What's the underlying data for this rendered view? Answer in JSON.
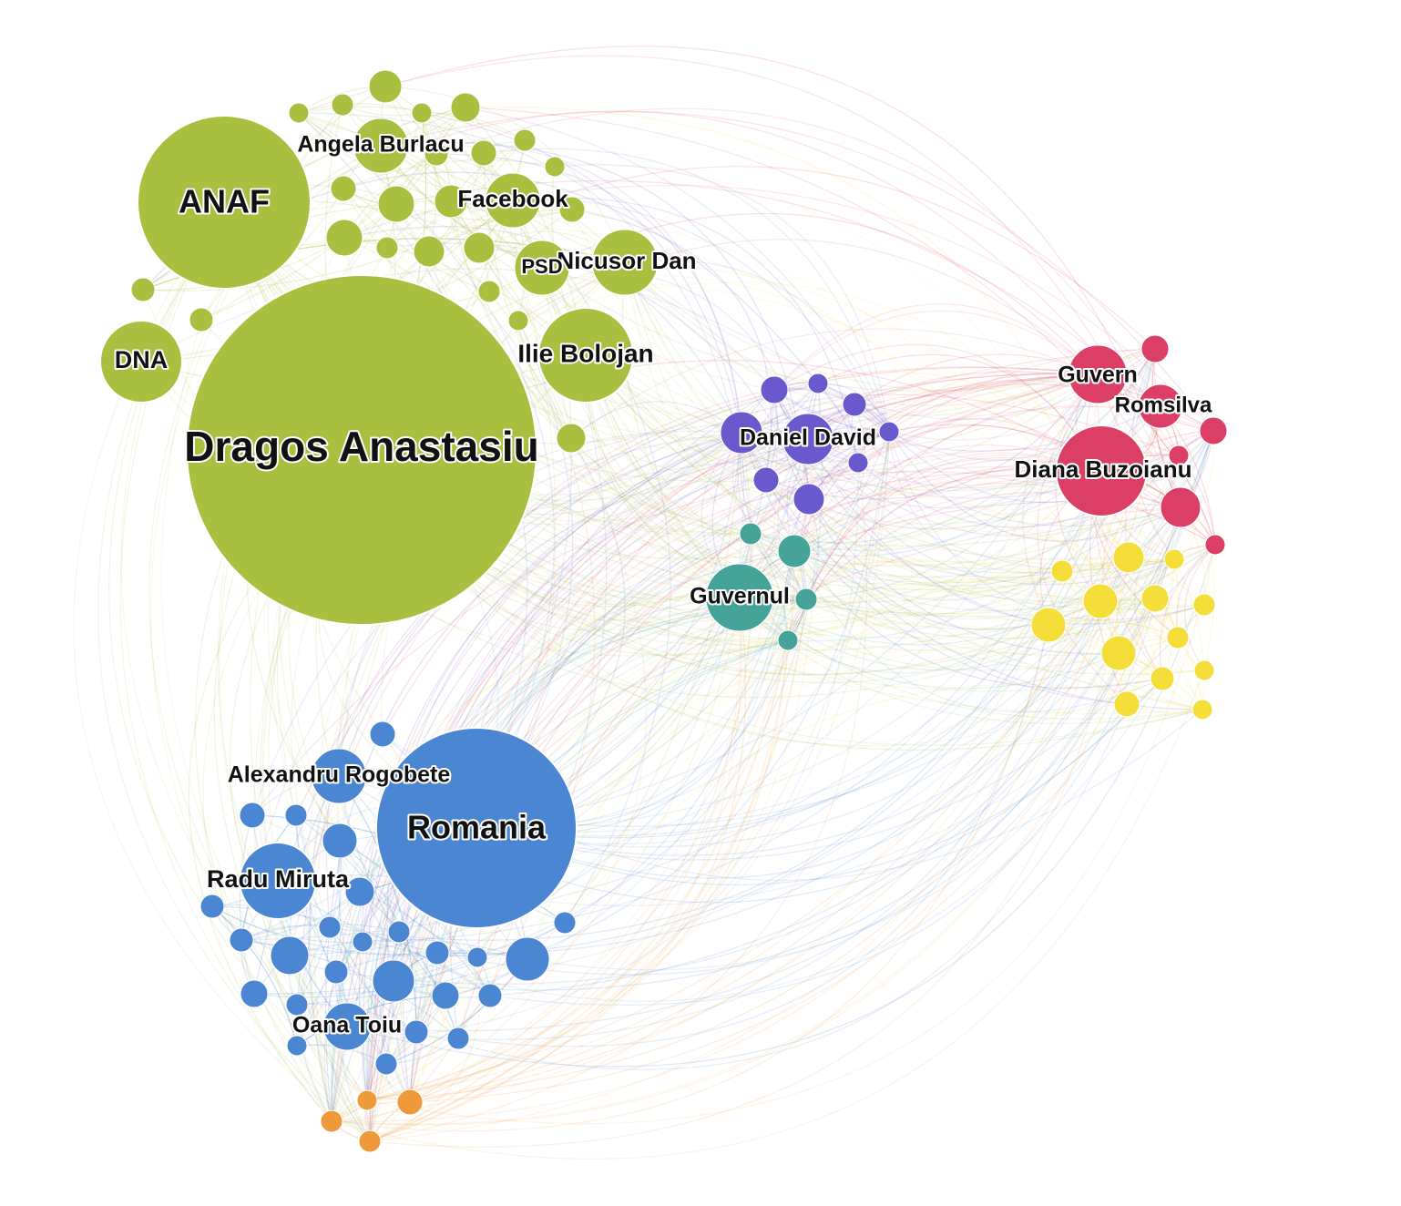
{
  "communities": {
    "green": {
      "color": "#a8bf3f"
    },
    "blue": {
      "color": "#4a86d1"
    },
    "purple": {
      "color": "#6a59cc"
    },
    "teal": {
      "color": "#46a39a"
    },
    "red": {
      "color": "#dc3f66"
    },
    "yellow": {
      "color": "#f5dd3a"
    },
    "orange": {
      "color": "#ee9a3a"
    }
  },
  "labels": {
    "dragos_anastasiu": "Dragos Anastasiu",
    "anaf": "ANAF",
    "dna": "DNA",
    "angela_burlacu": "Angela Burlacu",
    "facebook": "Facebook",
    "psd": "PSD",
    "nicusor_dan": "Nicusor Dan",
    "ilie_bolojan": "Ilie Bolojan",
    "daniel_david": "Daniel David",
    "guvernul": "Guvernul",
    "guvern": "Guvern",
    "romsilva": "Romsilva",
    "diana_buzoianu": "Diana Buzoianu",
    "alexandru_rogobete": "Alexandru Rogobete",
    "romania": "Romania",
    "radu_miruta": "Radu Miruta",
    "oana_toiu": "Oana Toiu"
  }
}
